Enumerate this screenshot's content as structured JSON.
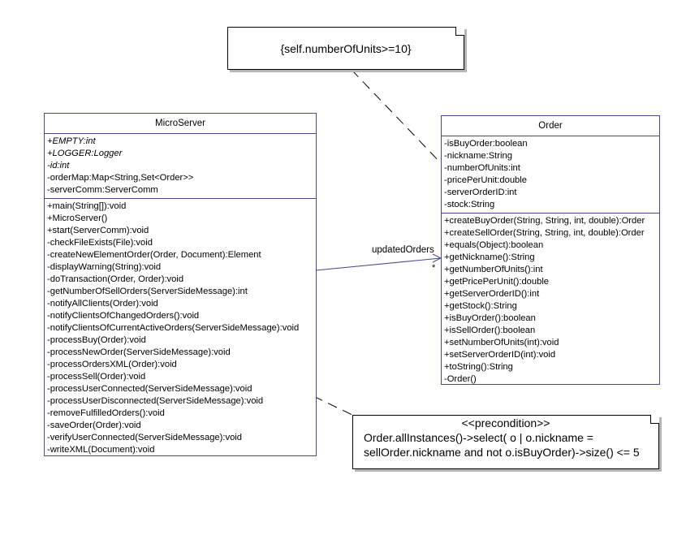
{
  "micro_server": {
    "name": "MicroServer",
    "attributes": [
      {
        "text": "+EMPTY:int",
        "static": true
      },
      {
        "text": "+LOGGER:Logger",
        "static": true
      },
      {
        "text": "-id:int",
        "static": true
      },
      {
        "text": "-orderMap:Map<String,Set<Order>>",
        "static": false
      },
      {
        "text": "-serverComm:ServerComm",
        "static": false
      }
    ],
    "operations": [
      "+main(String[]):void",
      "+MicroServer()",
      "+start(ServerComm):void",
      "-checkFileExists(File):void",
      "-createNewElementOrder(Order, Document):Element",
      "-displayWarning(String):void",
      "-doTransaction(Order, Order):void",
      "-getNumberOfSellOrders(ServerSideMessage):int",
      "-notifyAllClients(Order):void",
      "-notifyClientsOfChangedOrders():void",
      "-notifyClientsOfCurrentActiveOrders(ServerSideMessage):void",
      "-processBuy(Order):void",
      "-processNewOrder(ServerSideMessage):void",
      "-processOrdersXML(Order):void",
      "-processSell(Order):void",
      "-processUserConnected(ServerSideMessage):void",
      "-processUserDisconnected(ServerSideMessage):void",
      "-removeFulfilledOrders():void",
      "-saveOrder(Order):void",
      "-verifyUserConnected(ServerSideMessage):void",
      "-writeXML(Document):void"
    ]
  },
  "order": {
    "name": "Order",
    "attributes": [
      {
        "text": "-isBuyOrder:boolean",
        "static": false
      },
      {
        "text": "-nickname:String",
        "static": false
      },
      {
        "text": "-numberOfUnits:int",
        "static": false
      },
      {
        "text": "-pricePerUnit:double",
        "static": false
      },
      {
        "text": "-serverOrderID:int",
        "static": false
      },
      {
        "text": "-stock:String",
        "static": false
      }
    ],
    "operations": [
      "+createBuyOrder(String, String, int, double):Order",
      "+createSellOrder(String, String, int, double):Order",
      "+equals(Object):boolean",
      "+getNickname():String",
      "+getNumberOfUnits():int",
      "+getPricePerUnit():double",
      "+getServerOrderID():int",
      "+getStock():String",
      "+isBuyOrder():boolean",
      "+isSellOrder():boolean",
      "+setNumberOfUnits(int):void",
      "+setServerOrderID(int):void",
      "+toString():String",
      "-Order()"
    ]
  },
  "note_invariant": {
    "text": "{self.numberOfUnits>=10}"
  },
  "note_precondition": {
    "stereotype": "<<precondition>>",
    "line1": "Order.allInstances()->select( o | o.nickname =",
    "line2": "sellOrder.nickname and not o.isBuyOrder)->size() <= 5"
  },
  "association": {
    "role": "updatedOrders",
    "multiplicity": "*"
  }
}
